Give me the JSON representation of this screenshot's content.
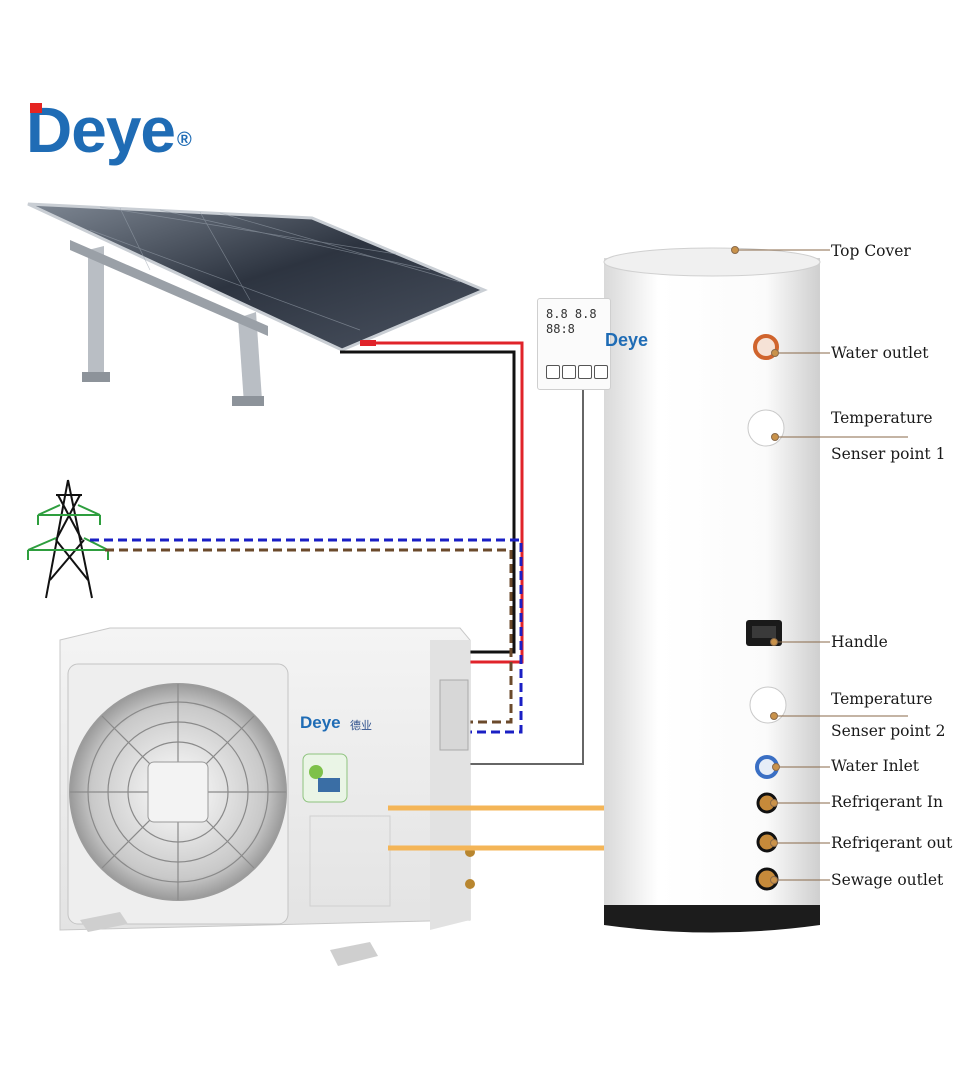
{
  "brand": {
    "logo_text": "Deye",
    "registered_mark": "®",
    "brand_color": "#1f6cb5",
    "accent_color": "#e52421",
    "unit_logo_cn": "德业"
  },
  "controller": {
    "lcd_line1": "8.8 8.8",
    "lcd_line2": "88:8"
  },
  "callouts": [
    {
      "id": "top-cover",
      "text": "Top Cover"
    },
    {
      "id": "water-outlet",
      "text": "Water outlet"
    },
    {
      "id": "temp-sensor-1-line1",
      "text": "Temperature"
    },
    {
      "id": "temp-sensor-1-line2",
      "text": "Senser point 1"
    },
    {
      "id": "handle",
      "text": "Handle"
    },
    {
      "id": "temp-sensor-2-line1",
      "text": "Temperature"
    },
    {
      "id": "temp-sensor-2-line2",
      "text": "Senser point 2"
    },
    {
      "id": "water-inlet",
      "text": "Water Inlet"
    },
    {
      "id": "refrigerant-in",
      "text": "Refriqerant In"
    },
    {
      "id": "refrigerant-out",
      "text": "Refriqerant out"
    },
    {
      "id": "sewage-outlet",
      "text": "Sewage outlet"
    }
  ],
  "colors": {
    "dc_positive": "#e0232a",
    "dc_negative": "#111111",
    "grid_neutral": "#1a1fc4",
    "grid_earth": "#6b4a2b",
    "refrigerant_pipe": "#f4b557",
    "signal_cable": "#666666",
    "pylon": "#2e9e3e",
    "callout_line": "#8a6a4a"
  }
}
